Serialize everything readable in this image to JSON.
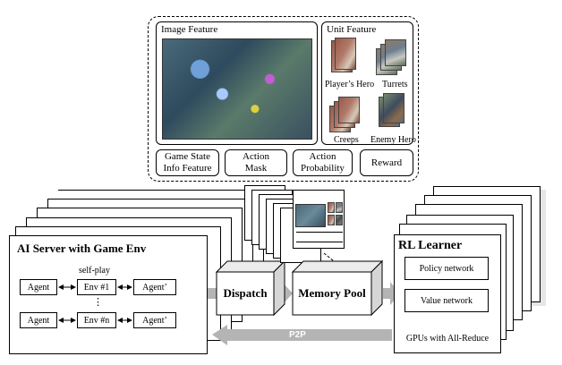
{
  "observation": {
    "image_feature_title": "Image Feature",
    "unit_feature_title": "Unit Feature",
    "unit_labels": {
      "players_hero": "Player’s Hero",
      "turrets": "Turrets",
      "creeps": "Creeps",
      "enemy_hero": "Enemy Hero"
    },
    "features": {
      "game_state": [
        "Game State",
        "Info Feature"
      ],
      "action_mask": [
        "Action",
        "Mask"
      ],
      "action_prob": [
        "Action",
        "Probability"
      ],
      "reward": "Reward"
    }
  },
  "ai_server": {
    "title": "AI Server with Game Env",
    "self_play": "self-play",
    "agent": "Agent",
    "agent_prime": "Agent’",
    "env1": "Env #1",
    "envn": "Env #n",
    "dots": "⋮"
  },
  "dispatch": "Dispatch",
  "memory_pool": "Memory Pool",
  "p2p": "P2P",
  "rl_learner": {
    "title": "RL Learner",
    "policy": "Policy network",
    "value": "Value network",
    "gpus": "GPUs with All-Reduce"
  },
  "colors": {
    "arrow_gray": "#b4b4b4",
    "shadow_gray": "#cfcfcf",
    "dashed_border": "#000000"
  }
}
